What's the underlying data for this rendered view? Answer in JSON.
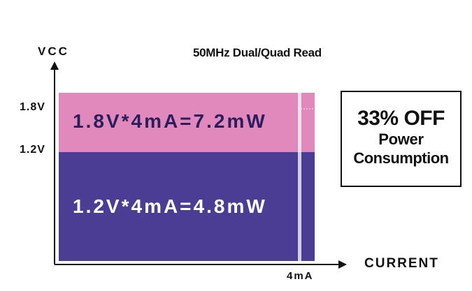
{
  "chart_data": {
    "type": "area",
    "title": "50MHz Dual/Quad Read",
    "ylabel": "VCC",
    "xlabel": "CURRENT",
    "y_ticks": [
      "1.8V",
      "1.2V"
    ],
    "x_ticks": [
      "4mA"
    ],
    "series": [
      {
        "name": "1.8V*4mA=7.2mW",
        "voltage": 1.8,
        "current": 4,
        "color": "#e189bd"
      },
      {
        "name": "1.2V*4mA=4.8mW",
        "voltage": 1.2,
        "current": 4,
        "color": "#4b3d94"
      }
    ],
    "ylim": [
      0,
      1.8
    ],
    "xlim": [
      0,
      4
    ],
    "grid": false,
    "callout": {
      "main": "33% OFF",
      "line1": "Power",
      "line2": "Consumption"
    }
  }
}
